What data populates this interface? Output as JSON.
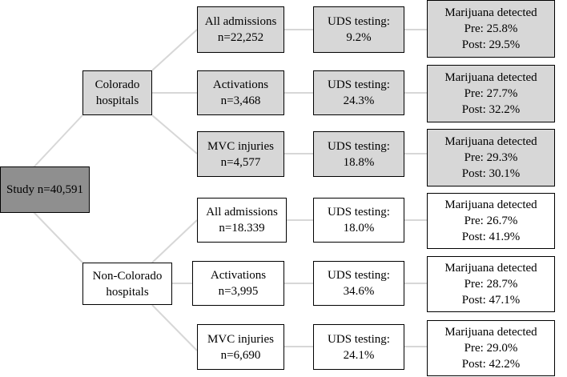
{
  "root": {
    "label": "Study n=40,591"
  },
  "groups": [
    {
      "label_lines": [
        "Colorado",
        "hospitals"
      ],
      "branches": [
        {
          "lines": [
            "All admissions",
            "n=22,252"
          ],
          "uds": [
            "UDS testing:",
            "9.2%"
          ],
          "result": [
            "Marijuana detected",
            "Pre: 25.8%",
            "Post: 29.5%"
          ]
        },
        {
          "lines": [
            "Activations",
            "n=3,468"
          ],
          "uds": [
            "UDS testing:",
            "24.3%"
          ],
          "result": [
            "Marijuana detected",
            "Pre: 27.7%",
            "Post: 32.2%"
          ]
        },
        {
          "lines": [
            "MVC injuries",
            "n=4,577"
          ],
          "uds": [
            "UDS testing:",
            "18.8%"
          ],
          "result": [
            "Marijuana detected",
            "Pre: 29.3%",
            "Post: 30.1%"
          ]
        }
      ]
    },
    {
      "label_lines": [
        "Non-Colorado",
        "hospitals"
      ],
      "branches": [
        {
          "lines": [
            "All admissions",
            "n=18.339"
          ],
          "uds": [
            "UDS testing:",
            "18.0%"
          ],
          "result": [
            "Marijuana detected",
            "Pre: 26.7%",
            "Post: 41.9%"
          ]
        },
        {
          "lines": [
            "Activations",
            "n=3,995"
          ],
          "uds": [
            "UDS testing:",
            "34.6%"
          ],
          "result": [
            "Marijuana detected",
            "Pre: 28.7%",
            "Post: 47.1%"
          ]
        },
        {
          "lines": [
            "MVC injuries",
            "n=6,690"
          ],
          "uds": [
            "UDS testing:",
            "24.1%"
          ],
          "result": [
            "Marijuana detected",
            "Pre: 29.0%",
            "Post: 42.2%"
          ]
        }
      ]
    }
  ],
  "colors": {
    "root_fill": "#8f8f8f",
    "colorado_fill": "#d7d7d7",
    "noncolorado_fill": "#ffffff",
    "connector": "#d7d7d7"
  }
}
